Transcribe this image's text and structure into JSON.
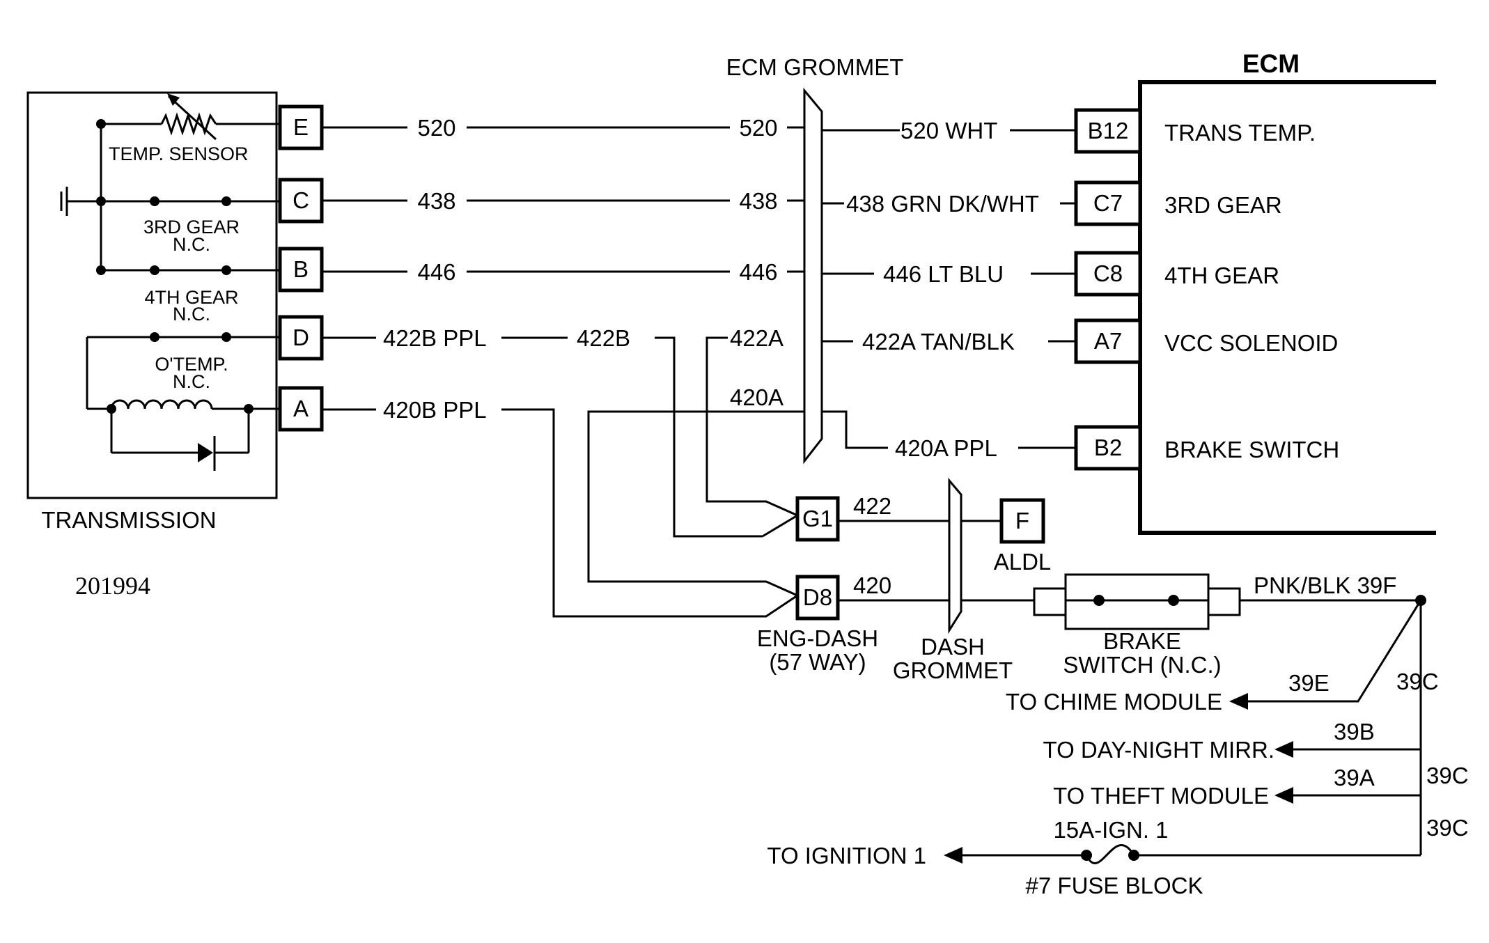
{
  "ecm": {
    "title": "ECM",
    "functions": [
      "TRANS TEMP.",
      "3RD GEAR",
      "4TH GEAR",
      "VCC SOLENOID",
      "BRAKE SWITCH"
    ],
    "pins": [
      "B12",
      "C7",
      "C8",
      "A7",
      "B2"
    ],
    "wires": [
      "520 WHT",
      "438 GRN DK/WHT",
      "446 LT BLU",
      "422A TAN/BLK",
      "420A PPL"
    ]
  },
  "ecm_grommet": {
    "label": "ECM GROMMET",
    "left_circuits": [
      "520",
      "438",
      "446",
      "422A",
      "420A"
    ]
  },
  "transmission": {
    "label": "TRANSMISSION",
    "pins": [
      "E",
      "C",
      "B",
      "D",
      "A"
    ],
    "temp_sensor": "TEMP. SENSOR",
    "gear3": [
      "3RD GEAR",
      "N.C."
    ],
    "gear4": [
      "4TH GEAR",
      "N.C."
    ],
    "otemp": [
      "O'TEMP.",
      "N.C."
    ],
    "circuits": [
      "520",
      "438",
      "446",
      "422B PPL",
      "420B PPL"
    ]
  },
  "eng_dash": {
    "circuit_422b": "422B",
    "pins": [
      "G1",
      "D8"
    ],
    "circuits": [
      "422",
      "420"
    ],
    "label": [
      "ENG-DASH",
      "(57 WAY)"
    ]
  },
  "aldl": {
    "pin": "F",
    "label": "ALDL"
  },
  "dash_grommet": {
    "label": [
      "DASH",
      "GROMMET"
    ]
  },
  "brake_switch": {
    "label": [
      "BRAKE",
      "SWITCH (N.C.)"
    ],
    "circuit": "PNK/BLK 39F"
  },
  "outputs": {
    "chime": {
      "circuit": "39E",
      "label": "TO CHIME MODULE"
    },
    "mirror": {
      "circuit": "39B",
      "label": "TO DAY-NIGHT MIRR."
    },
    "theft": {
      "circuit": "39A",
      "label": "TO THEFT MODULE"
    },
    "ignition": {
      "label": "TO IGNITION 1"
    },
    "bus_labels": [
      "39C",
      "39C",
      "39C"
    ]
  },
  "fuse": {
    "rating": "15A-IGN. 1",
    "label": "#7 FUSE BLOCK"
  },
  "figure_number": "201994"
}
